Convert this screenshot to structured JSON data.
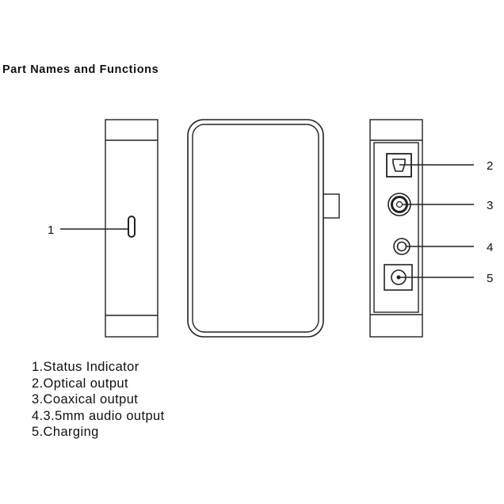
{
  "title": "Part Names and Functions",
  "callouts": {
    "c1": "1",
    "c2": "2",
    "c3": "3",
    "c4": "4",
    "c5": "5"
  },
  "legend": [
    "1.Status Indicator",
    "2.Optical output",
    "3.Coaxical output",
    "4.3.5mm audio output",
    "5.Charging"
  ]
}
